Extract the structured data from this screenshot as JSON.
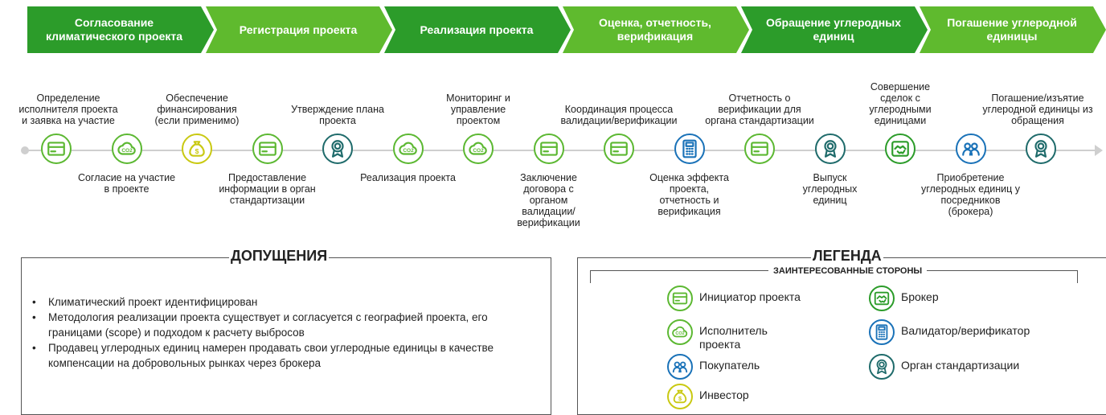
{
  "colors": {
    "stage_dark": "#2c9c2a",
    "stage_light": "#5fba2e",
    "initiator": "#5cb832",
    "executor": "#5cb832",
    "investor": "#c9c912",
    "standardization": "#1f6b6b",
    "validator": "#1a72b8",
    "broker": "#2c9c2a",
    "buyer": "#1a72b8"
  },
  "stages": [
    {
      "label": "Согласование\nклиматического проекта"
    },
    {
      "label": "Регистрация проекта"
    },
    {
      "label": "Реализация проекта"
    },
    {
      "label": "Оценка, отчетность,\nверификация"
    },
    {
      "label": "Обращение углеродных\nединиц"
    },
    {
      "label": "Погашение углеродной\nединицы"
    }
  ],
  "steps": [
    {
      "icon": "card-icon",
      "role": "initiator",
      "label": "Определение\nисполнителя проекта\nи заявка на участие",
      "pos": "top"
    },
    {
      "icon": "co2-cloud-icon",
      "role": "executor",
      "label": "Согласие на участие\nв проекте",
      "pos": "bottom"
    },
    {
      "icon": "money-bag-icon",
      "role": "investor",
      "label": "Обеспечение\nфинансирования\n(если применимо)",
      "pos": "top"
    },
    {
      "icon": "card-icon",
      "role": "initiator",
      "label": "Предоставление\nинформации в орган\nстандартизации",
      "pos": "bottom"
    },
    {
      "icon": "certificate-icon",
      "role": "standardization",
      "label": "Утверждение плана\nпроекта",
      "pos": "top"
    },
    {
      "icon": "co2-cloud-icon",
      "role": "executor",
      "label": "Реализация проекта",
      "pos": "bottom"
    },
    {
      "icon": "co2-cloud-icon",
      "role": "executor",
      "label": "Мониторинг и\nуправление\nпроектом",
      "pos": "top"
    },
    {
      "icon": "card-icon",
      "role": "initiator",
      "label": "Заключение\nдоговора с\nорганом\nвалидации/\nверификации",
      "pos": "bottom"
    },
    {
      "icon": "card-icon",
      "role": "initiator",
      "label": "Координация процесса\nвалидации/верификации",
      "pos": "top"
    },
    {
      "icon": "calculator-icon",
      "role": "validator",
      "label": "Оценка эффекта\nпроекта,\nотчетность и\nверификация",
      "pos": "bottom"
    },
    {
      "icon": "card-icon",
      "role": "initiator",
      "label": "Отчетность о\nверификации для\nоргана стандартизации",
      "pos": "top"
    },
    {
      "icon": "certificate-icon",
      "role": "standardization",
      "label": "Выпуск\nуглеродных\nединиц",
      "pos": "bottom"
    },
    {
      "icon": "handshake-icon",
      "role": "broker",
      "label": "Совершение\nсделок с\nуглеродными\nединицами",
      "pos": "top"
    },
    {
      "icon": "people-icon",
      "role": "buyer",
      "label": "Приобретение\nуглеродных единиц у\nпосредников\n(брокера)",
      "pos": "bottom"
    },
    {
      "icon": "certificate-icon",
      "role": "standardization",
      "label": "Погашение/изъятие\nуглеродной единицы из\nобращения",
      "pos": "top"
    }
  ],
  "assumptions": {
    "title": "ДОПУЩЕНИЯ",
    "items": [
      "Климатический проект идентифицирован",
      "Методология реализации проекта существует и согласуется с географией проекта, его границами (scope) и подходом к расчету выбросов",
      "Продавец углеродных единиц намерен продавать свои углеродные единицы в качестве компенсации на добровольных рынках через брокера"
    ]
  },
  "legend": {
    "title": "ЛЕГЕНДА",
    "subtitle": "ЗАИНТЕРЕСОВАННЫЕ СТОРОНЫ",
    "items": [
      {
        "icon": "card-icon",
        "role": "initiator",
        "label": "Инициатор проекта"
      },
      {
        "icon": "co2-cloud-icon",
        "role": "executor",
        "label": "Исполнитель\nпроекта"
      },
      {
        "icon": "people-icon",
        "role": "buyer",
        "label": "Покупатель"
      },
      {
        "icon": "money-bag-icon",
        "role": "investor",
        "label": "Инвестор"
      },
      {
        "icon": "handshake-icon",
        "role": "broker",
        "label": "Брокер"
      },
      {
        "icon": "calculator-icon",
        "role": "validator",
        "label": "Валидатор/верификатор"
      },
      {
        "icon": "certificate-icon",
        "role": "standardization",
        "label": "Орган стандартизации"
      }
    ]
  }
}
